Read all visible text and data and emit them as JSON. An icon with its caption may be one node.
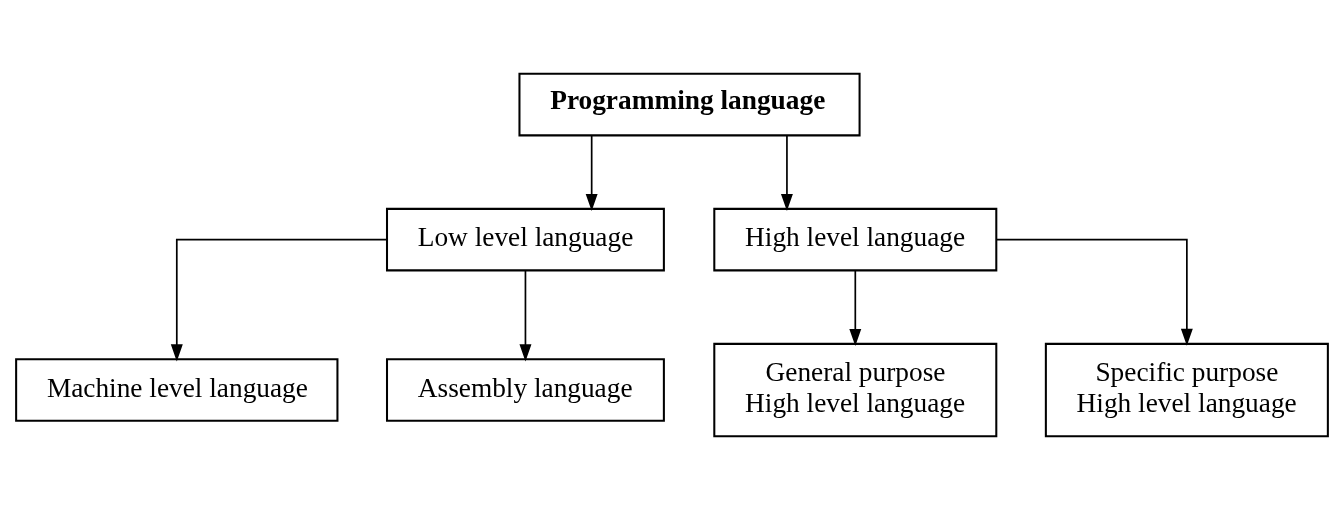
{
  "diagram": {
    "nodes": [
      {
        "text": [
          "Programming language"
        ]
      },
      {
        "text": [
          "Low level language"
        ]
      },
      {
        "text": [
          "High level language"
        ]
      },
      {
        "text": [
          "Machine level language"
        ]
      },
      {
        "text": [
          "Assembly language"
        ]
      },
      {
        "text": [
          "General purpose High level language"
        ]
      },
      {
        "text": [
          "Specific purpose High level language"
        ]
      }
    ],
    "edges": [
      {
        "from": 0,
        "to": 1,
        "arrow": "to"
      },
      {
        "from": 0,
        "to": 2,
        "arrow": "to"
      },
      {
        "from": 1,
        "to": 3,
        "arrow": "to"
      },
      {
        "from": 1,
        "to": 4,
        "arrow": "to"
      },
      {
        "from": 2,
        "to": 5,
        "arrow": "to"
      },
      {
        "from": 2,
        "to": 6,
        "arrow": "to"
      }
    ]
  }
}
